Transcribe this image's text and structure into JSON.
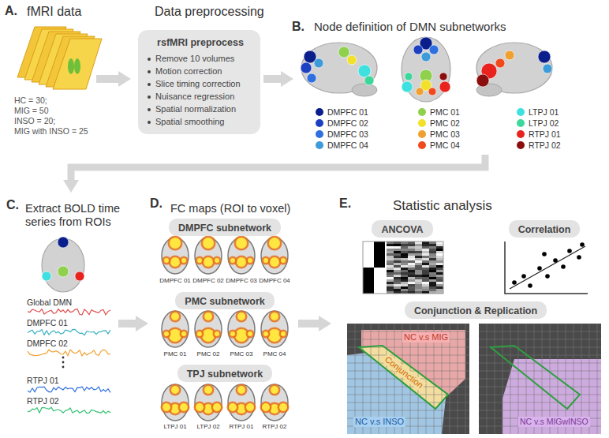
{
  "diagram": {
    "nodes": [
      {
        "text": [
          "rsfMRI preprocess",
          "Remove 10 volumes",
          "Motion correction",
          "Slice timing correction",
          "Nuisance regression",
          "Spatial normalization",
          "Spatial smoothing"
        ]
      },
      {
        "text": [
          "DMPFC subnetwork"
        ]
      },
      {
        "text": [
          "PMC subnetwork"
        ]
      },
      {
        "text": [
          "TPJ subnetwork"
        ]
      },
      {
        "text": [
          "ANCOVA"
        ]
      },
      {
        "text": [
          "Correlation"
        ]
      },
      {
        "text": [
          "Conjunction & Replication"
        ]
      }
    ],
    "labels": [
      "A.",
      "fMRI data",
      "Data preprocessing",
      "HC = 30;",
      "MIG = 50",
      "INSO = 20;",
      "MIG with INSO = 25",
      "B.",
      "Node definition of DMN subnetworks",
      "C.",
      "Extract BOLD time series from ROIs",
      "Global DMN",
      "DMPFC 01",
      "DMPFC 02",
      "RTPJ 01",
      "RTPJ 02",
      "D.",
      "FC maps (ROI to voxel)",
      "DMPFC 01",
      "DMPFC 02",
      "DMPFC 03",
      "DMPFC 04",
      "PMC 01",
      "PMC 02",
      "PMC 03",
      "PMC 04",
      "LTPJ 01",
      "LTPJ 02",
      "RTPJ 01",
      "RTPJ 02",
      "E.",
      "Statistic analysis",
      "NC v.s MIG",
      "Conjunction",
      "NC v.s INSO",
      "NC v.s MIGwINSO"
    ],
    "legend": [
      {
        "text": "DMPFC 01",
        "color": "#0b1f8c"
      },
      {
        "text": "DMPFC 02",
        "color": "#1d40c2"
      },
      {
        "text": "DMPFC 03",
        "color": "#2f6fe0"
      },
      {
        "text": "DMPFC 04",
        "color": "#3c9bd8"
      },
      {
        "text": "PMC 01",
        "color": "#8fd14c"
      },
      {
        "text": "PMC 02",
        "color": "#f2e12a"
      },
      {
        "text": "PMC 03",
        "color": "#f0a030"
      },
      {
        "text": "PMC 04",
        "color": "#f04a1c"
      },
      {
        "text": "LTPJ 01",
        "color": "#3fe0e0"
      },
      {
        "text": "LTPJ 02",
        "color": "#3cd79a"
      },
      {
        "text": "RTPJ 01",
        "color": "#e8231e"
      },
      {
        "text": "RTPJ 02",
        "color": "#8b0e0e"
      }
    ]
  }
}
